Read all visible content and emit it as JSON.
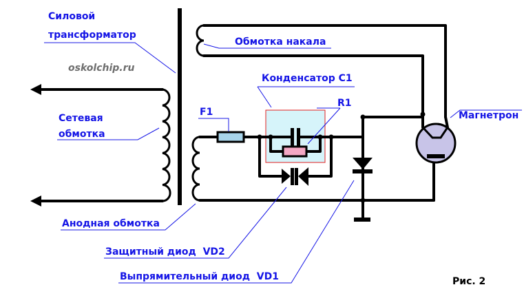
{
  "figure_caption": "Рис. 2",
  "watermark": "oskolchip.ru",
  "labels": {
    "power_transformer_line1": "Силовой",
    "power_transformer_line2": "трансформатор",
    "heater_winding": "Обмотка накала",
    "capacitor_c1": "Конденсатор С1",
    "resistor_r1": "R1",
    "fuse_f1": "F1",
    "magnetron": "Магнетрон",
    "mains_winding_line1": "Сетевая",
    "mains_winding_line2": "обмотка",
    "anode_winding": "Анодная обмотка",
    "protective_diode": "Защитный диод  VD2",
    "rectifier_diode": "Выпрямительный диод  VD1"
  },
  "colors": {
    "label": "#1414e6",
    "capacitor_box_fill": "#d6f4fa",
    "capacitor_box_border": "#e02020",
    "fuse_fill": "#a8d4ea",
    "resistor_fill": "#f4a8c4",
    "magnetron_fill": "#c8c4e8"
  }
}
